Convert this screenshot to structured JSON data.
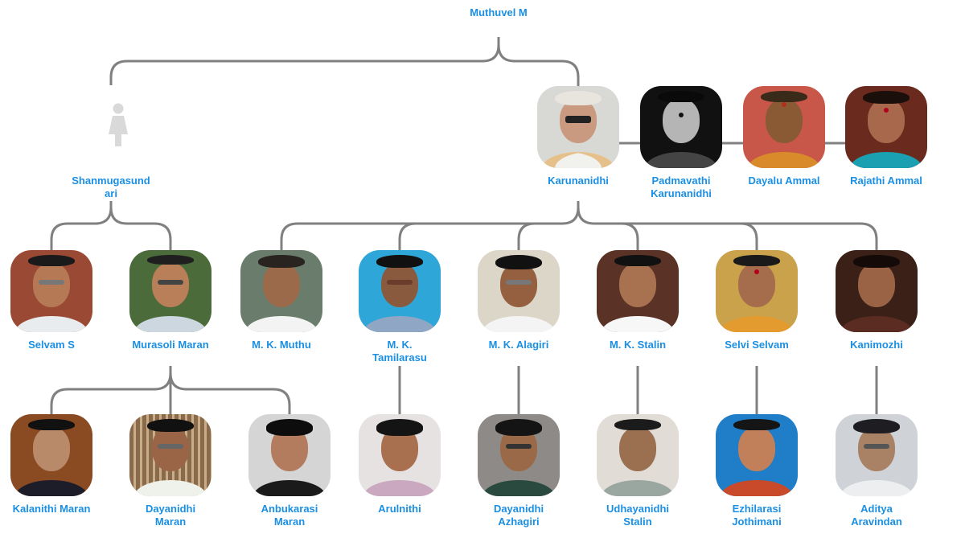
{
  "title": "Muthuvel M",
  "colors": {
    "name_text": "#1a8fe3",
    "connector": "#808080",
    "placeholder_icon": "#d9d9d9"
  },
  "root": {
    "name": "Muthuvel M"
  },
  "generation2": [
    {
      "name": "Shanmugasundari",
      "display_line1": "Shanmugasund",
      "display_line2": "ari",
      "photo": "female-placeholder-icon"
    },
    {
      "name": "Karunanidhi",
      "photo": "photo"
    }
  ],
  "spouses_of_karunanidhi": [
    {
      "name_line1": "Padmavathi",
      "name_line2": "Karunanidhi"
    },
    {
      "name_line1": "Dayalu Ammal",
      "name_line2": ""
    },
    {
      "name_line1": "Rajathi Ammal",
      "name_line2": ""
    }
  ],
  "generation3": [
    {
      "name_line1": "Selvam S",
      "name_line2": "",
      "parent": "Shanmugasundari"
    },
    {
      "name_line1": "Murasoli Maran",
      "name_line2": "",
      "parent": "Shanmugasundari"
    },
    {
      "name_line1": "M. K. Muthu",
      "name_line2": "",
      "parent": "Karunanidhi"
    },
    {
      "name_line1": "M. K.",
      "name_line2": "Tamilarasu",
      "parent": "Karunanidhi"
    },
    {
      "name_line1": "M. K. Alagiri",
      "name_line2": "",
      "parent": "Karunanidhi"
    },
    {
      "name_line1": "M. K. Stalin",
      "name_line2": "",
      "parent": "Karunanidhi"
    },
    {
      "name_line1": "Selvi Selvam",
      "name_line2": "",
      "parent": "Karunanidhi"
    },
    {
      "name_line1": "Kanimozhi",
      "name_line2": "",
      "parent": "Karunanidhi"
    }
  ],
  "generation4": [
    {
      "name_line1": "Kalanithi Maran",
      "name_line2": "",
      "parent": "Murasoli Maran"
    },
    {
      "name_line1": "Dayanidhi",
      "name_line2": "Maran",
      "parent": "Murasoli Maran"
    },
    {
      "name_line1": "Anbukarasi",
      "name_line2": "Maran",
      "parent": "Murasoli Maran"
    },
    {
      "name_line1": "Arulnithi",
      "name_line2": "",
      "parent": "M. K. Tamilarasu"
    },
    {
      "name_line1": "Dayanidhi",
      "name_line2": "Azhagiri",
      "parent": "M. K. Alagiri"
    },
    {
      "name_line1": "Udhayanidhi",
      "name_line2": "Stalin",
      "parent": "M. K. Stalin"
    },
    {
      "name_line1": "Ezhilarasi",
      "name_line2": "Jothimani",
      "parent": "Selvi Selvam"
    },
    {
      "name_line1": "Aditya",
      "name_line2": "Aravindan",
      "parent": "Kanimozhi"
    }
  ]
}
